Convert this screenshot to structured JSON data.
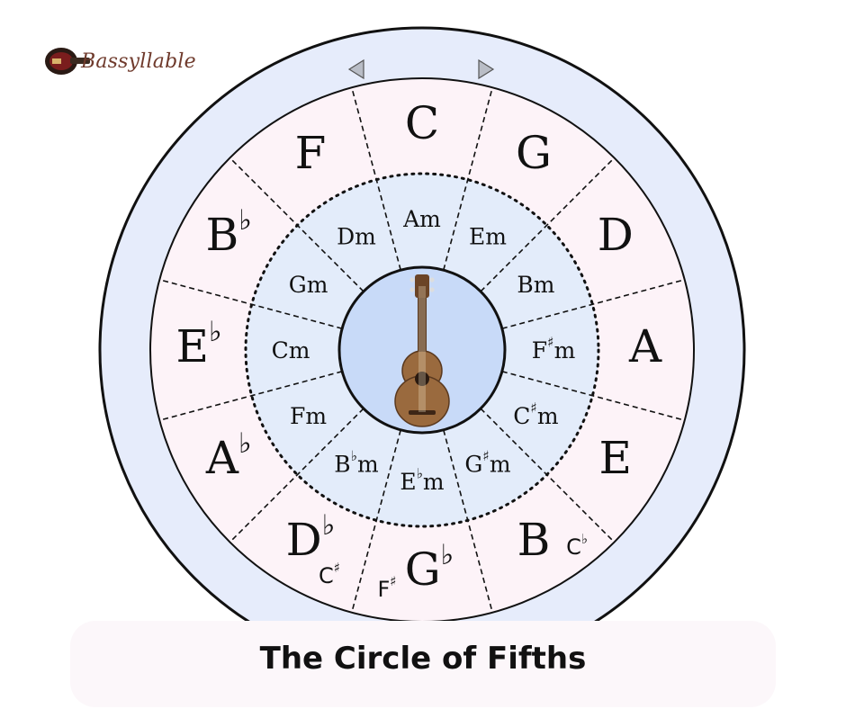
{
  "logo": {
    "text": "Bassyllable",
    "icon": "bass-guitar-icon"
  },
  "major_keys": [
    {
      "root": "C",
      "acc": ""
    },
    {
      "root": "G",
      "acc": ""
    },
    {
      "root": "D",
      "acc": ""
    },
    {
      "root": "A",
      "acc": ""
    },
    {
      "root": "E",
      "acc": ""
    },
    {
      "root": "B",
      "acc": ""
    },
    {
      "root": "G",
      "acc": "♭"
    },
    {
      "root": "D",
      "acc": "♭"
    },
    {
      "root": "A",
      "acc": "♭"
    },
    {
      "root": "E",
      "acc": "♭"
    },
    {
      "root": "B",
      "acc": "♭"
    },
    {
      "root": "F",
      "acc": ""
    }
  ],
  "enharmonics": [
    {
      "root": "C",
      "acc": "♭",
      "pos": "B"
    },
    {
      "root": "F",
      "acc": "♯",
      "pos": "G♭"
    },
    {
      "root": "C",
      "acc": "♯",
      "pos": "D♭"
    }
  ],
  "minor_keys": [
    {
      "root": "A",
      "acc": "",
      "suffix": "m"
    },
    {
      "root": "E",
      "acc": "",
      "suffix": "m"
    },
    {
      "root": "B",
      "acc": "",
      "suffix": "m"
    },
    {
      "root": "F",
      "acc": "♯",
      "suffix": "m"
    },
    {
      "root": "C",
      "acc": "♯",
      "suffix": "m"
    },
    {
      "root": "G",
      "acc": "♯",
      "suffix": "m"
    },
    {
      "root": "E",
      "acc": "♭",
      "suffix": "m"
    },
    {
      "root": "B",
      "acc": "♭",
      "suffix": "m"
    },
    {
      "root": "F",
      "acc": "",
      "suffix": "m"
    },
    {
      "root": "C",
      "acc": "",
      "suffix": "m"
    },
    {
      "root": "G",
      "acc": "",
      "suffix": "m"
    },
    {
      "root": "D",
      "acc": "",
      "suffix": "m"
    }
  ],
  "center_icon": "ukulele-icon",
  "rotation_arrows": [
    "rotate-counterclockwise-arrow-icon",
    "rotate-clockwise-arrow-icon"
  ],
  "colors": {
    "outer_ring": "#e6ecfb",
    "major_ring": "#fdf3f8",
    "minor_ring": "#e3ecfa",
    "center": "#c8daf8",
    "stroke": "#111111",
    "ukulele_body": "#9a6a3e",
    "logo_text": "#6f3a2c"
  },
  "caption": "The Circle of Fifths"
}
